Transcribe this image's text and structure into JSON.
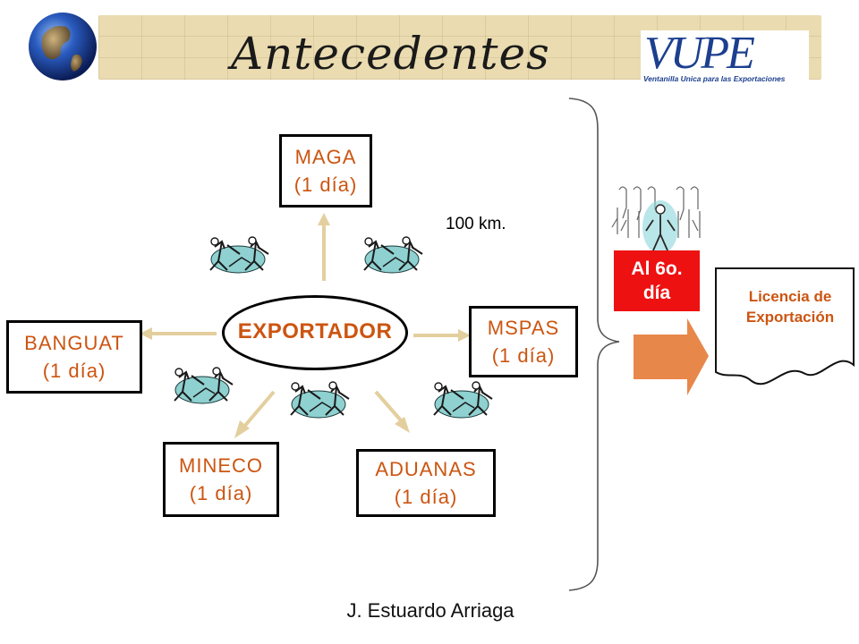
{
  "header": {
    "title": "Antecedentes",
    "logo": {
      "mark": "VUPE",
      "subtitle": "Ventanilla Unica para las Exportaciones"
    }
  },
  "diagram": {
    "center": "EXPORTADOR",
    "agencies": [
      {
        "name": "MAGA",
        "time": "(1 día)"
      },
      {
        "name": "BANGUAT",
        "time": "(1 día)"
      },
      {
        "name": "MSPAS",
        "time": "(1 día)"
      },
      {
        "name": "MINECO",
        "time": "(1 día)"
      },
      {
        "name": "ADUANAS",
        "time": "(1 día)"
      }
    ],
    "distance": "100 km.",
    "day_badge": {
      "line1": "Al 6o.",
      "line2": "día"
    },
    "license": {
      "line1": "Licencia de",
      "line2": "Exportación"
    },
    "icons": [
      "globe-icon",
      "running-people-icon",
      "factory-icon",
      "crowd-icon",
      "arrow-right-icon"
    ],
    "colors": {
      "label": "#cc5511",
      "arrow": "#e8d5a8",
      "badge": "#ee1111",
      "big_arrow": "#e8874a",
      "banner": "#eadbb0",
      "brace": "#555555"
    }
  },
  "footer": {
    "author": "J. Estuardo Arriaga"
  }
}
